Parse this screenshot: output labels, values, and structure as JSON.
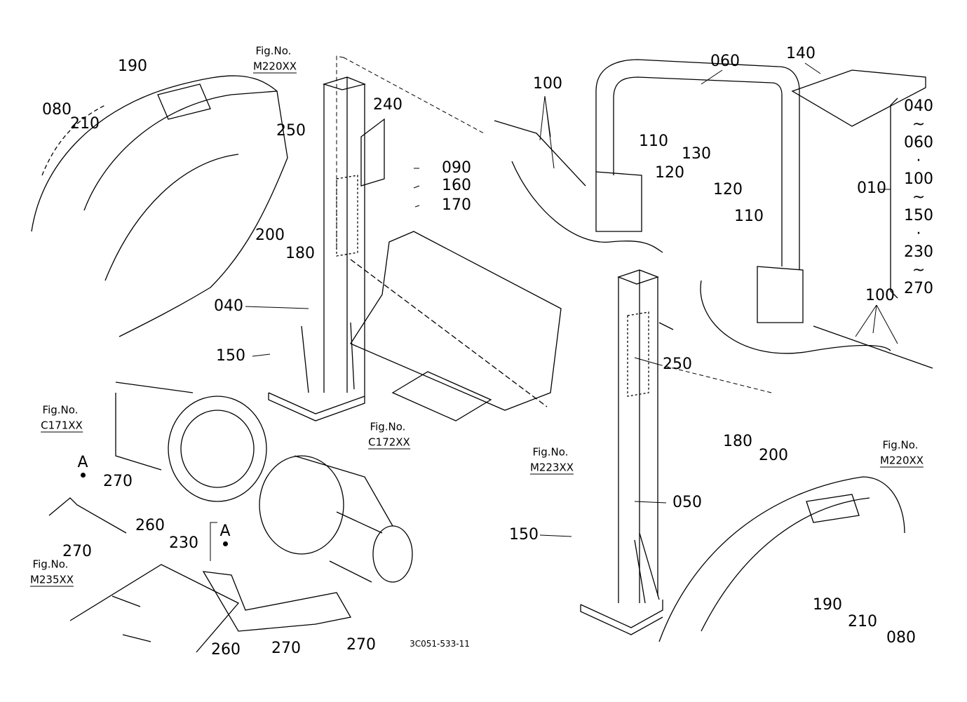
{
  "diagram": {
    "drawing_code": "3C051-533-11",
    "figure_refs": [
      {
        "label": "Fig.No.",
        "ref": "M220XX"
      },
      {
        "label": "Fig.No.",
        "ref": "C171XX"
      },
      {
        "label": "Fig.No.",
        "ref": "C172XX"
      },
      {
        "label": "Fig.No.",
        "ref": "M223XX"
      },
      {
        "label": "Fig.No.",
        "ref": "M235XX"
      },
      {
        "label": "Fig.No.",
        "ref": "M220XX"
      }
    ],
    "callouts": [
      "190",
      "080",
      "210",
      "250",
      "240",
      "090",
      "160",
      "170",
      "200",
      "180",
      "040",
      "150",
      "A",
      "270",
      "260",
      "230",
      "A",
      "270",
      "260",
      "270",
      "270",
      "100",
      "060",
      "140",
      "110",
      "120",
      "130",
      "120",
      "110",
      "010",
      "100",
      "250",
      "180",
      "200",
      "050",
      "150",
      "190",
      "210",
      "080"
    ],
    "assembly_list": [
      "040",
      "~",
      "060",
      "·",
      "100",
      "~",
      "150",
      "·",
      "230",
      "~",
      "270"
    ]
  }
}
